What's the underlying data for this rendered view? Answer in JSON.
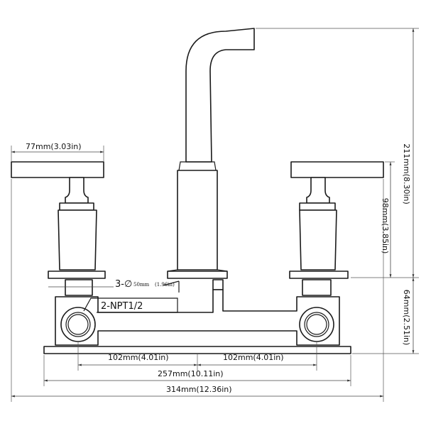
{
  "dimensions": {
    "handle_width": "77mm(3.03in)",
    "total_height": "211mm(8.30in)",
    "handle_height": "98mm(3.85in)",
    "valve_height": "64mm(2.51in)",
    "spacing_left": "102mm(4.01in)",
    "spacing_right": "102mm(4.01in)",
    "mount_width": "257mm(10.11in)",
    "overall_width": "314mm(12.36in)"
  },
  "callouts": {
    "holes_prefix": "3-",
    "holes_diameter_symbol": "∅",
    "holes_mm": "50mm",
    "holes_in": "(1.96in)",
    "connection": "2-NPT1/2"
  }
}
